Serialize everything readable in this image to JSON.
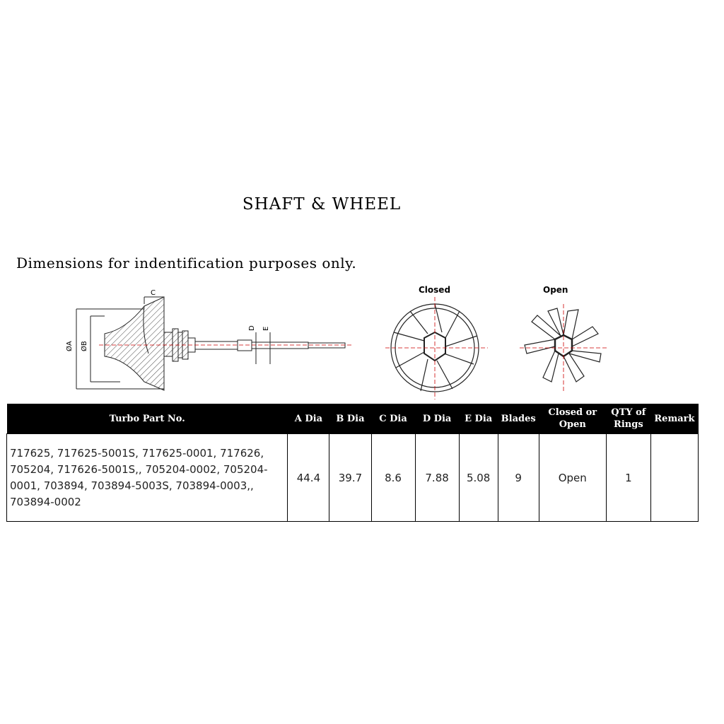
{
  "title": "SHAFT & WHEEL",
  "subtitle": "Dimensions for indentification purposes only.",
  "drawing": {
    "dimension_labels": {
      "a": "ØA",
      "b": "ØB",
      "c": "C",
      "d": "D",
      "e": "E"
    },
    "closed_label": "Closed",
    "open_label": "Open"
  },
  "table": {
    "headers": {
      "part_no": "Turbo Part No.",
      "a_dia": "A Dia",
      "b_dia": "B Dia",
      "c_dia": "C Dia",
      "d_dia": "D Dia",
      "e_dia": "E Dia",
      "blades": "Blades",
      "closed_open_1": "Closed or",
      "closed_open_2": "Open",
      "qty_1": "QTY of",
      "qty_2": "Rings",
      "remark": "Remark"
    },
    "row": {
      "part_no_lines": [
        "717625, 717625-5001S, 717625-0001, 717626,",
        "705204, 717626-5001S,, 705204-0002, 705204-",
        "0001, 703894, 703894-5003S, 703894-0003,,",
        "703894-0002"
      ],
      "a_dia": "44.4",
      "b_dia": "39.7",
      "c_dia": "8.6",
      "d_dia": "7.88",
      "e_dia": "5.08",
      "blades": "9",
      "closed_open": "Open",
      "qty": "1",
      "remark": ""
    }
  }
}
